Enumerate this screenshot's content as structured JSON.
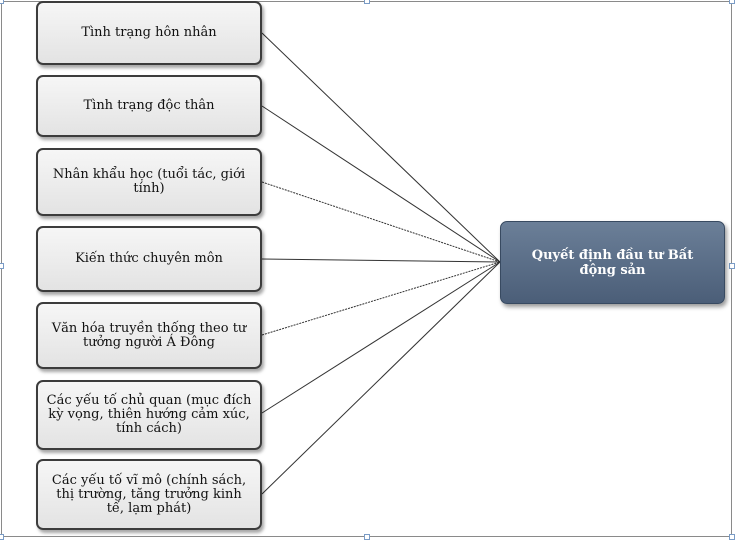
{
  "diagram": {
    "factors": [
      {
        "label": "Tình trạng hôn nhân"
      },
      {
        "label": "Tình trạng độc thân"
      },
      {
        "label": "Nhân khẩu học (tuổi tác, giới tính)"
      },
      {
        "label": "Kiến thức chuyên môn"
      },
      {
        "label": "Văn hóa truyền thống theo tư tưởng người Á Đông"
      },
      {
        "label": "Các yếu tố chủ quan (mục đích kỳ vọng, thiên hướng cảm xúc, tính cách)"
      },
      {
        "label": "Các yếu tố vĩ mô (chính sách, thị trường, tăng trưởng kinh tế, lạm phát)"
      }
    ],
    "target": {
      "label": "Quyết định đầu tư Bất động sản"
    },
    "colors": {
      "target_fill": "#55687f",
      "factor_fill": "#ececec",
      "line": "#333333"
    }
  }
}
